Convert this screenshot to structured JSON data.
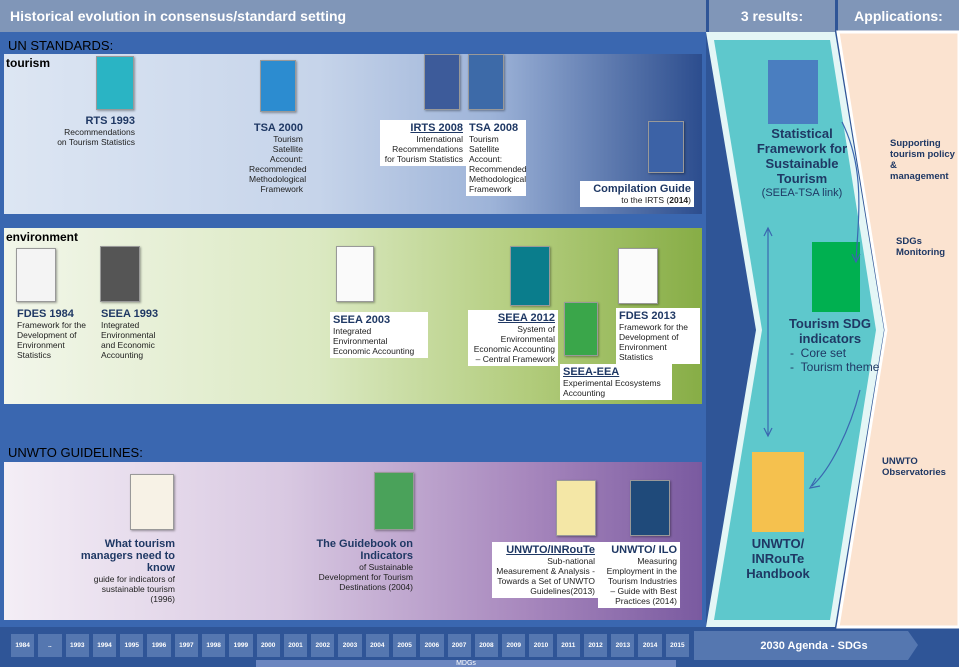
{
  "header": {
    "title": "Historical evolution in consensus/standard setting",
    "results": "3 results:",
    "applications": "Applications:"
  },
  "sections": {
    "un_standards": "UN STANDARDS:",
    "tourism": "tourism",
    "environment": "environment",
    "unwto_guidelines": "UNWTO GUIDELINES:"
  },
  "tourism_docs": {
    "rts_title": "RTS 1993",
    "rts_desc": "Recommendations on Tourism Statistics",
    "tsa2000_title": "TSA 2000",
    "tsa2000_desc": "Tourism Satellite Account: Recommended Methodological Framework",
    "irts_title": "IRTS 2008",
    "irts_desc": "International Recommendations for Tourism Statistics",
    "tsa2008_title": "TSA 2008",
    "tsa2008_desc": "Tourism Satellite Account: Recommended Methodological Framework",
    "cg_title": "Compilation Guide",
    "cg_desc_a": "to the IRTS (",
    "cg_desc_year": "2014",
    "cg_desc_b": ")"
  },
  "env_docs": {
    "fdes84_title": "FDES 1984",
    "fdes84_desc": "Framework for the Development of Environment Statistics",
    "seea93_title": "SEEA 1993",
    "seea93_desc": "Integrated Environmental and Economic Accounting",
    "seea03_title": "SEEA 2003",
    "seea03_desc": "Integrated Environmental Economic Accounting",
    "seea12_title": "SEEA 2012",
    "seea12_desc": "System of Environmental Economic Accounting – Central Framework",
    "fdes13_title": "FDES 2013",
    "fdes13_desc": "Framework for the Development of Environment Statistics",
    "seeaeea_title": "SEEA-EEA",
    "seeaeea_desc": "Experimental Ecosystems Accounting"
  },
  "unwto_docs": {
    "wtm_title": "What tourism managers need to know",
    "wtm_desc": "guide for indicators of sustainable tourism (1996)",
    "gb_title": "The Guidebook on Indicators",
    "gb_desc": "of Sustainable Development for Tourism Destinations (2004)",
    "inr_title": "UNWTO/INRouTe",
    "inr_desc": "Sub-national Measurement & Analysis - Towards a Set of UNWTO Guidelines(2013)",
    "ilo_title": "UNWTO/ ILO",
    "ilo_desc": "Measuring Employment in the Tourism Industries – Guide with Best Practices (2014)"
  },
  "results": {
    "r1_title": "Statistical Framework for Sustainable Tourism",
    "r1_sub": "(SEEA-TSA link)",
    "r2_title": "Tourism SDG indicators",
    "r2_item1": "Core set",
    "r2_item2": "Tourism theme",
    "r3_title": "UNWTO/ INRouTe Handbook"
  },
  "applications": {
    "a1": "Supporting tourism policy & management",
    "a2": "SDGs Monitoring",
    "a3": "UNWTO Observatories"
  },
  "timeline": {
    "years": [
      "1984",
      "..",
      "1993",
      "1994",
      "1995",
      "1996",
      "1997",
      "1998",
      "1999",
      "2000",
      "2001",
      "2002",
      "2003",
      "2004",
      "2005",
      "2006",
      "2007",
      "2008",
      "2009",
      "2010",
      "2011",
      "2012",
      "2013",
      "2014",
      "2015"
    ],
    "agenda": "2030 Agenda - SDGs",
    "mdgs": "MDGs"
  },
  "colors": {
    "header_bg": "#8096b8",
    "main_bg": "#3a67b0",
    "results_bg": "#5ec8cc",
    "applications_bg": "#fbe3d0",
    "r1_box": "#4a7ec0",
    "r2_box": "#00b050",
    "r3_box": "#f5c14e"
  }
}
